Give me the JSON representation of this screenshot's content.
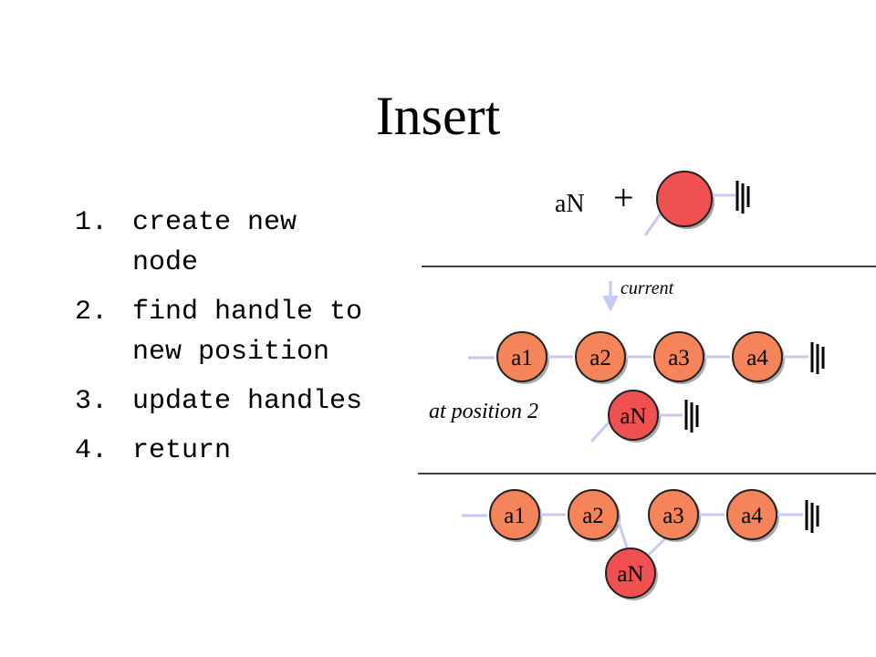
{
  "title": "Insert",
  "steps": [
    {
      "num": "1.",
      "text": "create new node"
    },
    {
      "num": "2.",
      "text": "find handle to new position"
    },
    {
      "num": "3.",
      "text": "update handles"
    },
    {
      "num": "4.",
      "text": "return"
    }
  ],
  "diagram": {
    "new_node_label": "aN",
    "plus_sign": "+",
    "current_label": "current",
    "position_label": "at position 2",
    "list_nodes": [
      "a1",
      "a2",
      "a3",
      "a4"
    ],
    "inserted_node": "aN",
    "colors": {
      "list_node": "#f5845a",
      "new_node": "#f0504f",
      "arrow": "#c8c8f4",
      "separator": "#000000"
    }
  }
}
